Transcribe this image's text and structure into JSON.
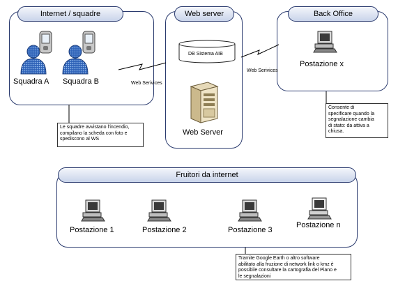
{
  "sections": {
    "internet_squadre": "Internet / squadre",
    "web_server": "Web server",
    "back_office": "Back Office",
    "fruitori": "Fruitori da internet"
  },
  "nodes": {
    "squadra_a": "Squadra A",
    "squadra_b": "Squadra B",
    "db": "DB Sistema AIB",
    "web_server": "Web Server",
    "postazione_x": "Postazione x",
    "postazione_1": "Postazione 1",
    "postazione_2": "Postazione 2",
    "postazione_3": "Postazione 3",
    "postazione_n": "Postazione n"
  },
  "links": {
    "left": "Web Serivices",
    "right": "Web Serivices"
  },
  "notes": {
    "squadre": [
      "Le squadre avvistano l'incendio,",
      "compilano la scheda con foto e",
      "spediscono al WS"
    ],
    "back_office": [
      "Consente di",
      "specificare quando la",
      "segnalazione cambia",
      "di stato: da attiva a",
      "chiusa."
    ],
    "fruitori": [
      "Tramite Google Earth o altro software",
      "abilitato alla fruzione di network link o kmz è",
      "possibile consultare la cartografia del Piano e",
      "le segnalazioni"
    ]
  },
  "icons": [
    "person-icon",
    "pda-icon",
    "database-icon",
    "server-icon",
    "workstation-icon",
    "lightning-link-icon"
  ]
}
